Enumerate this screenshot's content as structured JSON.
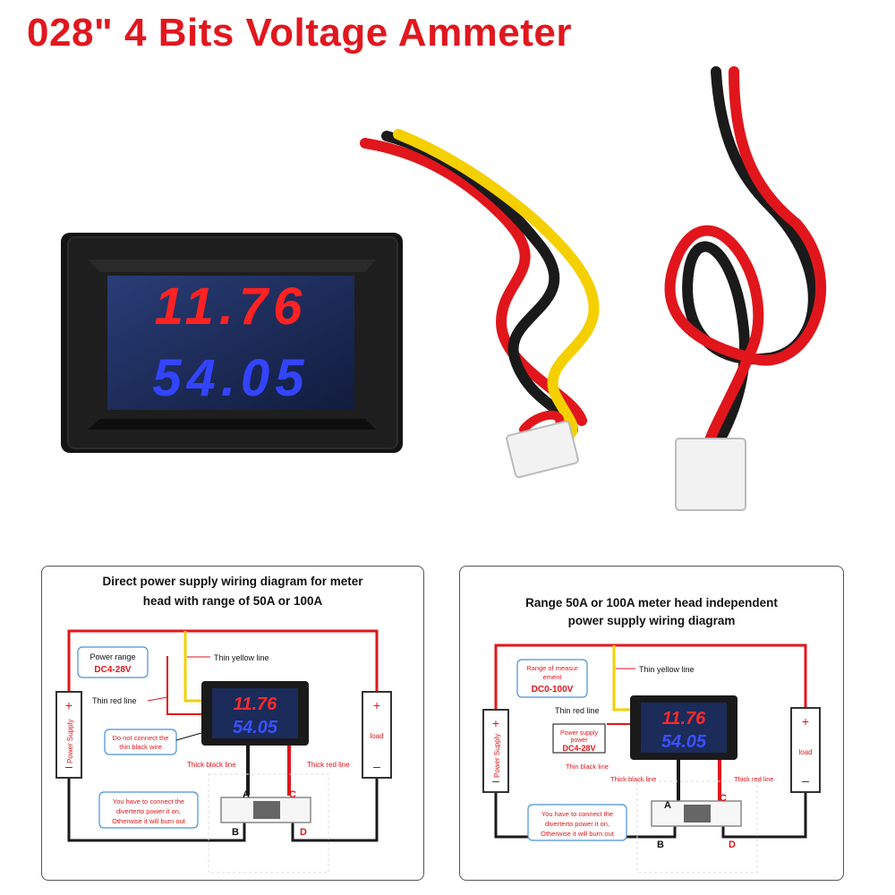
{
  "header": {
    "title": "028\" 4 Bits Voltage Ammeter"
  },
  "product_display": {
    "top_reading": "11.76",
    "bottom_reading": "54.05"
  },
  "colors": {
    "title": "#e1171e",
    "red_digits": "#ff2020",
    "blue_digits": "#2c3cff",
    "wire_red": "#e0161c",
    "wire_yellow": "#f4d000"
  },
  "diagram_left": {
    "title_line1": "Direct power supply wiring diagram for meter",
    "title_line2": "head with range of 50A or 100A",
    "power_range_label": "Power range",
    "power_range_value": "DC4-28V",
    "thin_yellow_line": "Thin yellow line",
    "thin_red_line": "Thin red line",
    "do_not_connect_1": "Do not connect the",
    "do_not_connect_2": "thin black wire",
    "thick_black_line": "Thick black line",
    "thick_red_line": "Thick red line",
    "warning_1": "You have to connect the",
    "warning_2": "diverterto power it on,",
    "warning_3": "Otherwise it will burn out",
    "power_supply": "Power Supply",
    "load": "load",
    "plus": "+",
    "minus": "–",
    "label_a": "A",
    "label_b": "B",
    "label_c": "C",
    "label_d": "D",
    "meter_top": "11.76",
    "meter_bottom": "54.05"
  },
  "diagram_right": {
    "title_line1": "Range 50A or 100A meter head independent",
    "title_line2": "power supply wiring diagram",
    "range_label_1": "Range of measur",
    "range_label_2": "ement",
    "range_value": "DC0-100V",
    "thin_yellow_line": "Thin yellow line",
    "thin_red_line": "Thin red line",
    "supply_label_1": "Power supply",
    "supply_label_2": "power",
    "supply_value": "DC4-28V",
    "thin_black_line": "Thin black line",
    "thick_black_line": "Thick black line",
    "thick_red_line": "Thick red line",
    "warning_1": "You have to connect the",
    "warning_2": "diverterto power it on,",
    "warning_3": "Otherwise it will burn out",
    "power_supply": "Power Supply",
    "load": "load",
    "plus": "+",
    "minus": "–",
    "label_a": "A",
    "label_b": "B",
    "label_c": "C",
    "label_d": "D",
    "meter_top": "11.76",
    "meter_bottom": "54.05"
  }
}
